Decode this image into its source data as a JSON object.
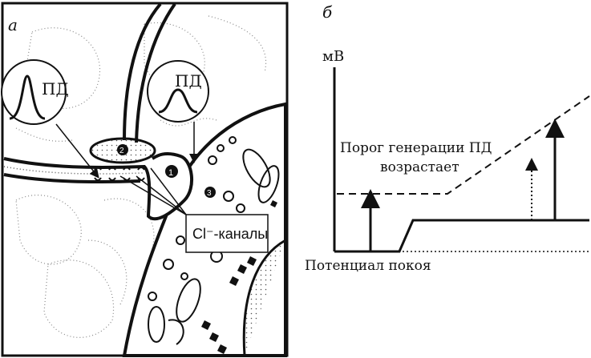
{
  "panel_a": {
    "label": "а",
    "bubble_left": "ПД",
    "bubble_right": "ПД",
    "markers": [
      "❶",
      "❷",
      "❸"
    ],
    "channel_label": "Cl⁻-каналы"
  },
  "panel_b": {
    "label": "б",
    "y_unit": "мВ",
    "threshold_line1": "Порог генерации ПД",
    "threshold_line2": "возрастает",
    "resting_label": "Потенциал покоя"
  }
}
